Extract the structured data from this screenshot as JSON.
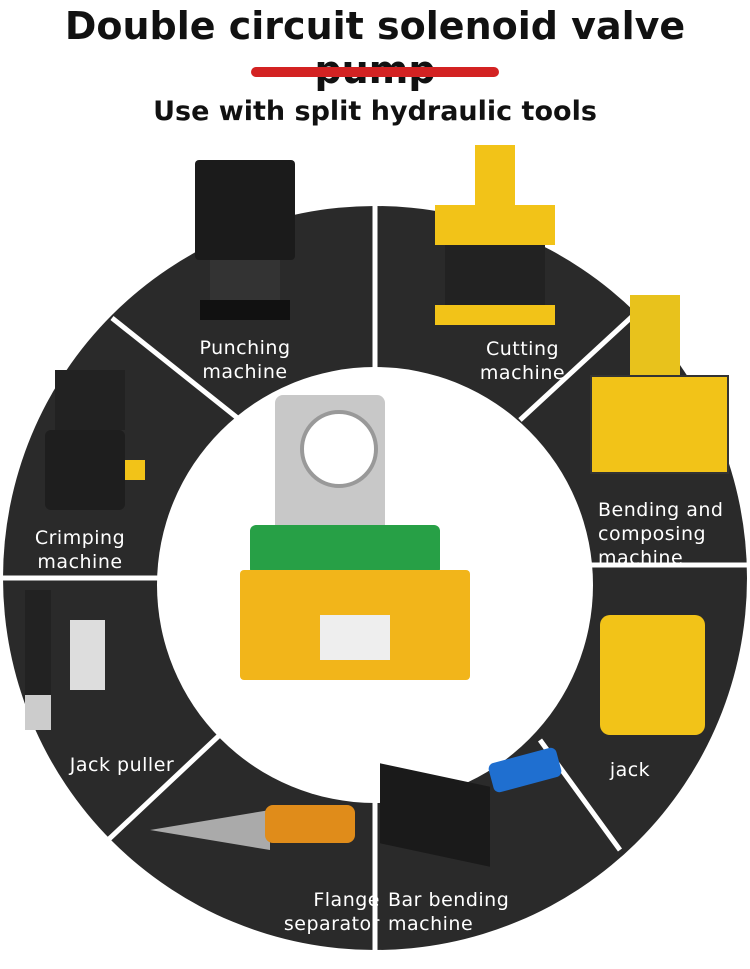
{
  "header": {
    "title": "Double circuit solenoid valve pump",
    "subtitle": "Use with split hydraulic tools"
  },
  "colors": {
    "wheel": "#2a2a2a",
    "accent": "#d32222",
    "tool_yellow": "#f2c318",
    "pump_green": "#27a046"
  },
  "tools": [
    {
      "line1": "Punching",
      "line2": "machine"
    },
    {
      "line1": "Cutting",
      "line2": "machine"
    },
    {
      "line1": "Bending and",
      "line2": "composing",
      "line3": "machine"
    },
    {
      "line1": "jack"
    },
    {
      "line1": "Bar bending",
      "line2": "machine"
    },
    {
      "line1": "Flange",
      "line2": "separator"
    },
    {
      "line1": "Jack puller"
    },
    {
      "line1": "Crimping",
      "line2": "machine"
    }
  ]
}
